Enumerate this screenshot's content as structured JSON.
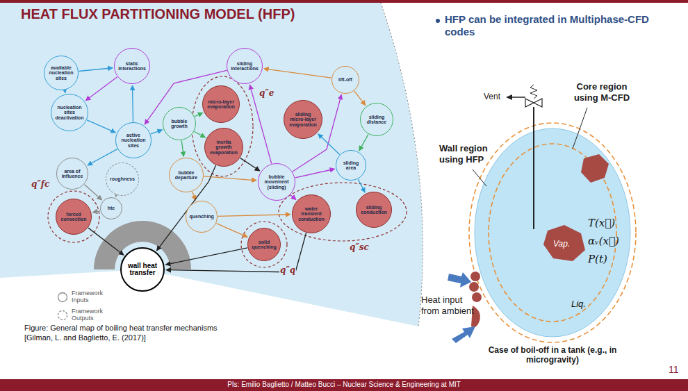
{
  "diagram": {
    "title": "HEAT FLUX PARTITIONING MODEL (HFP)",
    "caption": "Figure: General map of boiling heat transfer mechanisms [Gilman, L. and Baglietto, E. (2017)]",
    "nodes": [
      {
        "text": [
          "available nucleation sites"
        ]
      },
      {
        "text": [
          "static interactions"
        ]
      },
      {
        "text": [
          "nucleation sites deactivation"
        ]
      },
      {
        "text": [
          "sliding interactions"
        ]
      },
      {
        "text": [
          "lift-off"
        ]
      },
      {
        "text": [
          "micro-layer evaporation"
        ]
      },
      {
        "text": [
          "sliding micro-layer evaporation"
        ]
      },
      {
        "text": [
          "sliding distance"
        ]
      },
      {
        "text": [
          "active nucleation sites"
        ]
      },
      {
        "text": [
          "bubble growth"
        ]
      },
      {
        "text": [
          "inertia growth evaporation"
        ]
      },
      {
        "text": [
          "area of influence"
        ]
      },
      {
        "text": [
          "roughness"
        ]
      },
      {
        "text": [
          "bubble departure"
        ]
      },
      {
        "text": [
          "bubble movement (sliding)"
        ]
      },
      {
        "text": [
          "sliding area"
        ]
      },
      {
        "text": [
          "forced convection"
        ]
      },
      {
        "text": [
          "htc"
        ]
      },
      {
        "text": [
          "quenching"
        ]
      },
      {
        "text": [
          "water transient conduction"
        ]
      },
      {
        "text": [
          "sliding conduction"
        ]
      },
      {
        "text": [
          "solid quenching"
        ]
      },
      {
        "text": [
          "wall heat transfer"
        ]
      }
    ],
    "edges": [
      {
        "from": 0,
        "to": 1,
        "arrow": "to"
      },
      {
        "from": 0,
        "to": 2,
        "arrow": "to"
      },
      {
        "from": 2,
        "to": 8,
        "arrow": "to"
      },
      {
        "from": 8,
        "to": 1,
        "arrow": "to"
      },
      {
        "from": 1,
        "to": 2,
        "arrow": "to"
      },
      {
        "from": 3,
        "to": 8,
        "arrow": "to"
      },
      {
        "from": 8,
        "to": 9,
        "arrow": "to"
      },
      {
        "from": 8,
        "to": 11,
        "arrow": "to"
      },
      {
        "from": 11,
        "to": 17,
        "arrow": "to"
      },
      {
        "from": 12,
        "to": 17,
        "arrow": "to"
      },
      {
        "from": 17,
        "to": 16,
        "arrow": "to"
      },
      {
        "from": 16,
        "to": 22,
        "arrow": "to"
      },
      {
        "from": 9,
        "to": 5,
        "arrow": "to"
      },
      {
        "from": 9,
        "to": 10,
        "arrow": "to"
      },
      {
        "from": 9,
        "to": 13,
        "arrow": "to"
      },
      {
        "from": 13,
        "to": 18,
        "arrow": "to"
      },
      {
        "from": 13,
        "to": 14,
        "arrow": "to"
      },
      {
        "from": 10,
        "to": 14,
        "arrow": "to"
      },
      {
        "from": 14,
        "to": 3,
        "arrow": "to"
      },
      {
        "from": 14,
        "to": 4,
        "arrow": "to"
      },
      {
        "from": 14,
        "to": 15,
        "arrow": "to"
      },
      {
        "from": 14,
        "to": 19,
        "arrow": "to"
      },
      {
        "from": 4,
        "to": 3,
        "arrow": "to"
      },
      {
        "from": 4,
        "to": 7,
        "arrow": "to"
      },
      {
        "from": 7,
        "to": 15,
        "arrow": "to"
      },
      {
        "from": 15,
        "to": 6,
        "arrow": "to"
      },
      {
        "from": 15,
        "to": 20,
        "arrow": "to"
      },
      {
        "from": 18,
        "to": 19,
        "arrow": "to"
      },
      {
        "from": 18,
        "to": 21,
        "arrow": "to"
      },
      {
        "from": 10,
        "to": 22,
        "arrow": "to"
      },
      {
        "from": 21,
        "to": 22,
        "arrow": "to"
      },
      {
        "from": 19,
        "to": 22,
        "arrow": "to"
      }
    ],
    "labels": [
      "q″e",
      "q″fc",
      "q″q",
      "q″sc",
      "HFP can be integrated in Multiphase-CFD codes",
      "Core region using M-CFD",
      "Vent",
      "Wall region using HFP",
      "Vap.",
      "T(x⃗)",
      "αᵥ(x⃗)",
      "P(t)",
      "Heat input from ambient",
      "Liq.",
      "Case of boil-off in a tank (e.g., in microgravity)",
      "PIs: Emilio Baglietto / Matteo Bucci – Nuclear Science & Engineering at MIT",
      "11"
    ],
    "legend": [
      {
        "text": "Framework Inputs"
      },
      {
        "text": "Framework Outputs"
      }
    ]
  }
}
